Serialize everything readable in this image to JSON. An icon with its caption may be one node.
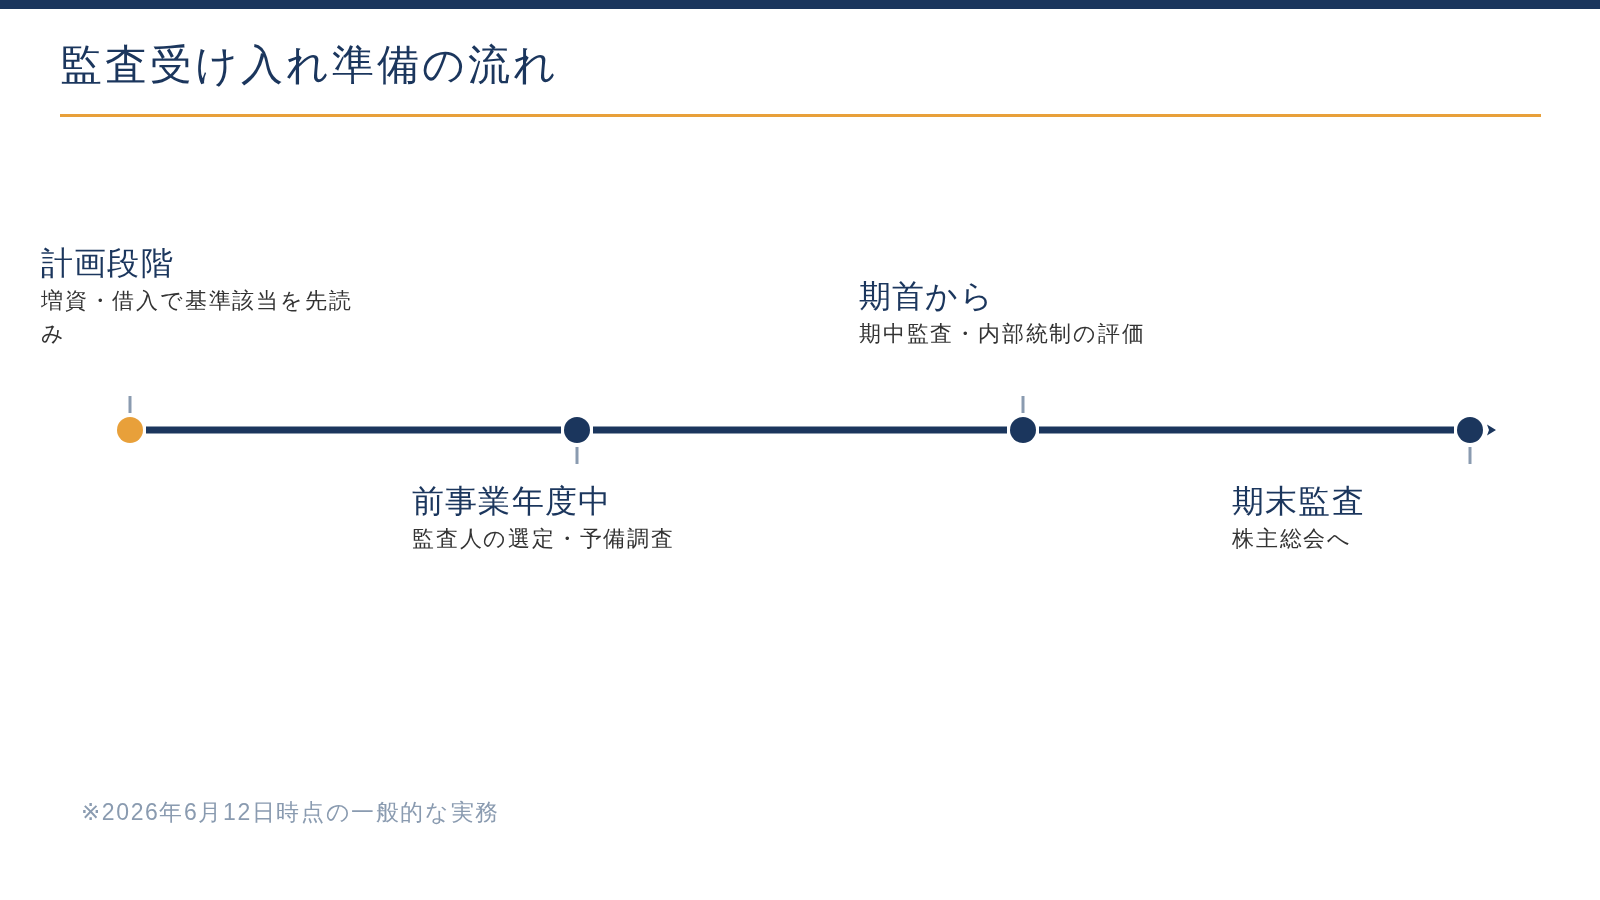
{
  "diagram": {
    "title": "監査受け入れ準備の流れ",
    "nodes": [
      {
        "text": [],
        "shape": "circle",
        "beside": [
          "計画段階",
          "増資・借入で基準該当を先読み"
        ]
      },
      {
        "text": [],
        "shape": "circle",
        "beside": [
          "前事業年度中",
          "監査人の選定・予備調査"
        ]
      },
      {
        "text": [],
        "shape": "circle",
        "beside": [
          "期首から",
          "期中監査・内部統制の評価"
        ]
      },
      {
        "text": [],
        "shape": "circle",
        "beside": [
          "期末監査",
          "株主総会へ"
        ]
      }
    ],
    "edges": [
      {
        "from": 0,
        "to": 1,
        "arrow": "none"
      },
      {
        "from": 1,
        "to": 2,
        "arrow": "none"
      },
      {
        "from": 2,
        "to": 3,
        "arrow": "none"
      }
    ],
    "labels": [
      "※2026年6月12日時点の一般的な実務"
    ]
  }
}
